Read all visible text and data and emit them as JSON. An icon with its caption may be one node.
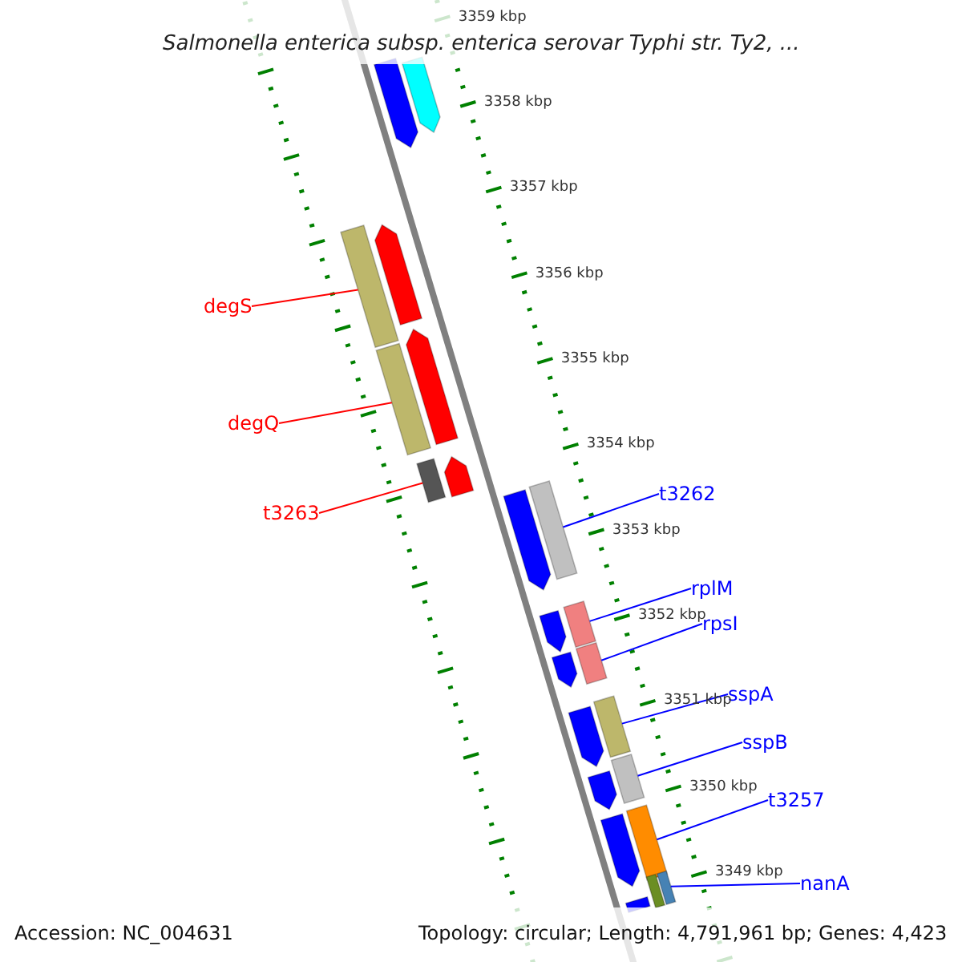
{
  "diagram": {
    "title": "Salmonella enterica subsp. enterica serovar Typhi str. Ty2, ...",
    "nodes": [
      {
        "text": [
          "degS"
        ]
      },
      {
        "text": [
          "degQ"
        ]
      },
      {
        "text": [
          "t3263"
        ]
      },
      {
        "text": [
          "t3262"
        ]
      },
      {
        "text": [
          "rplM"
        ]
      },
      {
        "text": [
          "rpsI"
        ]
      },
      {
        "text": [
          "sspA"
        ]
      },
      {
        "text": [
          "sspB"
        ]
      },
      {
        "text": [
          "t3257"
        ]
      },
      {
        "text": [
          "nanA"
        ]
      },
      {
        "text": [],
        "shape": "bar"
      },
      {
        "text": [],
        "shape": "bar"
      },
      {
        "text": [],
        "shape": "bar"
      },
      {
        "text": [],
        "shape": "bar"
      },
      {
        "text": [],
        "shape": "bar"
      },
      {
        "text": [],
        "shape": "bar"
      },
      {
        "text": [],
        "shape": "bar"
      },
      {
        "text": [],
        "shape": "bar"
      },
      {
        "text": [],
        "shape": "bar"
      },
      {
        "text": [],
        "shape": "bar"
      },
      {
        "text": [],
        "shape": "bar"
      },
      {
        "text": [],
        "shape": "bar"
      },
      {
        "text": [],
        "shape": "bar"
      },
      {
        "text": [],
        "shape": "bar"
      },
      {
        "text": [],
        "shape": "bar"
      },
      {
        "text": [],
        "shape": "bar"
      },
      {
        "text": [],
        "shape": "bar"
      },
      {
        "text": [],
        "shape": "bar"
      },
      {
        "text": [],
        "shape": "bar"
      },
      {
        "text": [],
        "shape": "bar"
      },
      {
        "text": [],
        "shape": "bar"
      },
      {
        "text": [],
        "shape": "bar"
      },
      {
        "text": [],
        "shape": "bar"
      }
    ],
    "edges": [
      {
        "from": 0,
        "to": 10,
        "arrow": "none",
        "color": "#ff0000"
      },
      {
        "from": 1,
        "to": 11,
        "arrow": "none",
        "color": "#ff0000"
      },
      {
        "from": 2,
        "to": 12,
        "arrow": "none",
        "color": "#ff0000"
      },
      {
        "from": 3,
        "to": 13,
        "arrow": "none"
      },
      {
        "from": 4,
        "to": 14,
        "arrow": "none"
      },
      {
        "from": 5,
        "to": 15,
        "arrow": "none"
      },
      {
        "from": 6,
        "to": 16,
        "arrow": "none"
      },
      {
        "from": 7,
        "to": 17,
        "arrow": "none"
      },
      {
        "from": 8,
        "to": 18,
        "arrow": "none"
      },
      {
        "from": 9,
        "to": 19,
        "arrow": "none"
      }
    ],
    "labels": [
      "3359 kbp",
      "3358 kbp",
      "3357 kbp",
      "3356 kbp",
      "3355 kbp",
      "3354 kbp",
      "3353 kbp",
      "3352 kbp",
      "3351 kbp",
      "3350 kbp",
      "3349 kbp",
      "Accession: NC_004631",
      "Topology: circular; Length: 4,791,961 bp; Genes: 4,423"
    ]
  }
}
